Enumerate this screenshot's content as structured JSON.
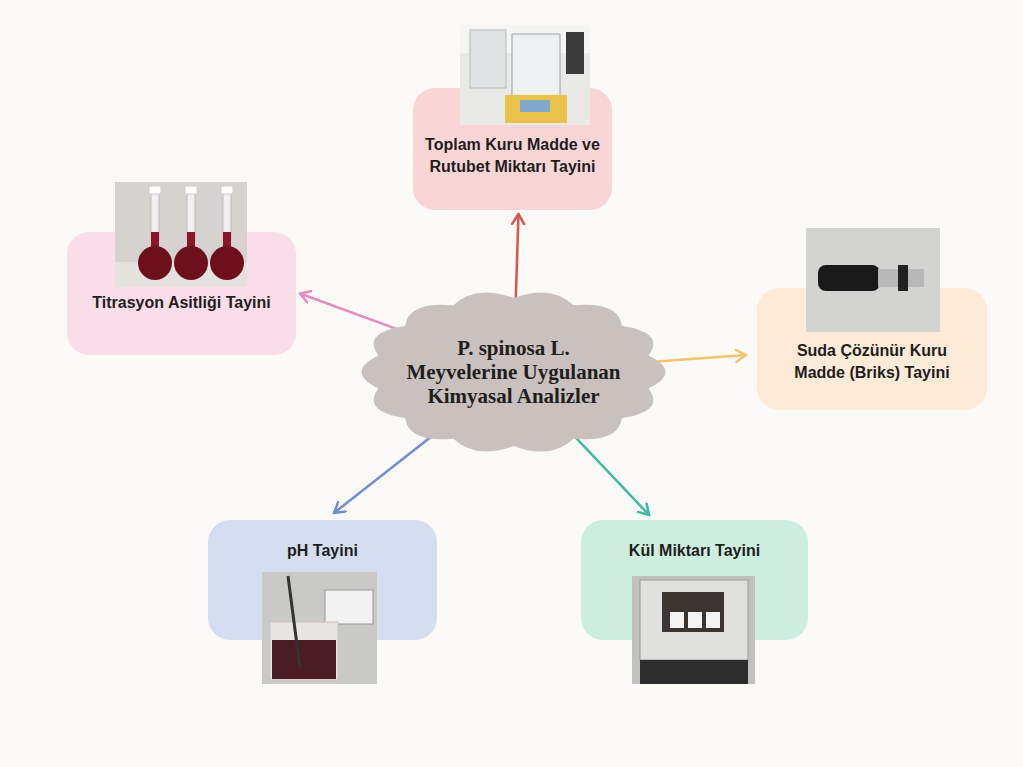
{
  "diagram": {
    "nodes": [
      {
        "text": [
          "P. spinosa L. Meyvelerine Uygulanan Kimyasal Analizler"
        ]
      },
      {
        "text": [
          "Toplam Kuru Madde ve Rutubet Miktarı Tayini"
        ]
      },
      {
        "text": [
          "Titrasyon Asitliği Tayini"
        ]
      },
      {
        "text": [
          "Suda Çözünür Kuru Madde (Briks) Tayini"
        ]
      },
      {
        "text": [
          "pH Tayini"
        ]
      },
      {
        "text": [
          "Kül Miktarı Tayini"
        ]
      }
    ],
    "edges": [
      {
        "from": 0,
        "to": 1,
        "arrow": "to"
      },
      {
        "from": 0,
        "to": 2,
        "arrow": "to"
      },
      {
        "from": 0,
        "to": 3,
        "arrow": "to"
      },
      {
        "from": 0,
        "to": 4,
        "arrow": "to"
      },
      {
        "from": 0,
        "to": 5,
        "arrow": "to"
      }
    ]
  }
}
